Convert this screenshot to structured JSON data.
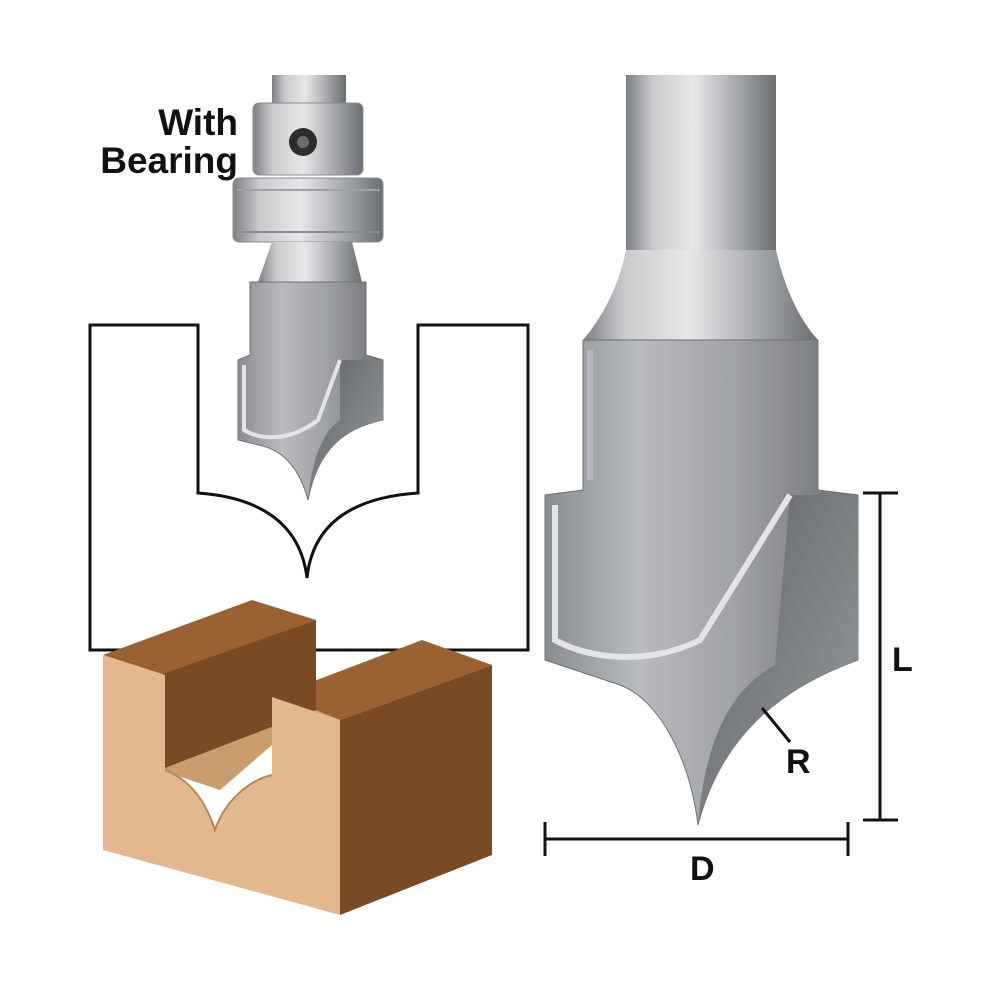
{
  "labels": {
    "with": "With",
    "bearing": "Bearing",
    "length": "L",
    "radius": "R",
    "diameter": "D"
  },
  "colors": {
    "steel_light": "#d6d8da",
    "steel_mid": "#a9acaf",
    "steel_dark": "#6f7275",
    "wood_face": "#e2b98e",
    "wood_side": "#7a4a24",
    "wood_top": "#9a6232",
    "outline": "#111111"
  }
}
